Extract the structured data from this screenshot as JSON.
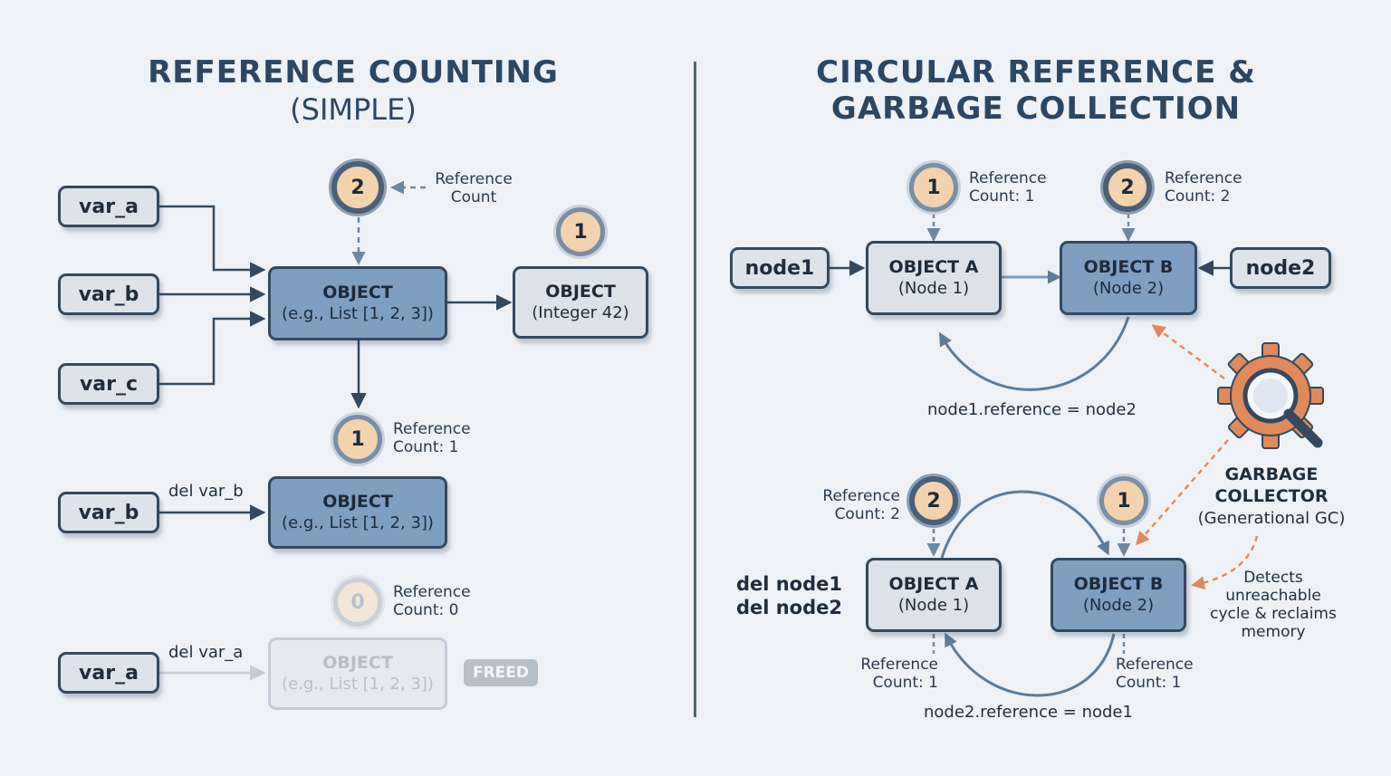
{
  "left": {
    "title": "REFERENCE COUNTING",
    "subtitle": "(SIMPLE)",
    "vars": {
      "a": "var_a",
      "b": "var_b",
      "c": "var_c"
    },
    "object_main": {
      "title": "OBJECT",
      "sub": "(e.g., List [1, 2, 3])"
    },
    "object_int": {
      "title": "OBJECT",
      "sub": "(Integer 42)"
    },
    "count_main": {
      "value": "2",
      "label_line1": "Reference",
      "label_line2": "Count"
    },
    "count_int": {
      "value": "1"
    },
    "step2": {
      "count": "1",
      "label_line1": "Reference",
      "label_line2": "Count: 1",
      "var": "var_b",
      "action": "del var_b",
      "object_title": "OBJECT",
      "object_sub": "(e.g., List [1, 2, 3])"
    },
    "step3": {
      "count": "0",
      "label_line1": "Reference",
      "label_line2": "Count: 0",
      "var": "var_a",
      "action": "del var_a",
      "object_title": "OBJECT",
      "object_sub": "(e.g., List [1, 2, 3])",
      "tag": "FREED"
    }
  },
  "right": {
    "title_line1": "CIRCULAR REFERENCE &",
    "title_line2": "GARBAGE COLLECTION",
    "top": {
      "node1": "node1",
      "node2": "node2",
      "obj_a": {
        "title": "OBJECT A",
        "sub": "(Node 1)"
      },
      "obj_b": {
        "title": "OBJECT B",
        "sub": "(Node 2)"
      },
      "count_a": {
        "value": "1",
        "label_line1": "Reference",
        "label_line2": "Count: 1"
      },
      "count_b": {
        "value": "2",
        "label_line1": "Reference",
        "label_line2": "Count: 2"
      },
      "cycle_label": "node1.reference = node2"
    },
    "gc": {
      "title_line1": "GARBAGE",
      "title_line2": "COLLECTOR",
      "sub": "(Generational GC)"
    },
    "bottom": {
      "del_line1": "del node1",
      "del_line2": "del node2",
      "obj_a": {
        "title": "OBJECT A",
        "sub": "(Node 1)"
      },
      "obj_b": {
        "title": "OBJECT B",
        "sub": "(Node 2)"
      },
      "count_a_top": {
        "value": "2",
        "label_line1": "Reference",
        "label_line2": "Count: 2"
      },
      "count_b_top": {
        "value": "1"
      },
      "count_a_bottom": {
        "label_line1": "Reference",
        "label_line2": "Count: 1"
      },
      "count_b_bottom": {
        "label_line1": "Reference",
        "label_line2": "Count: 1"
      },
      "cycle_label": "node2.reference = node1",
      "detect_note": [
        "Detects",
        "unreachable",
        "cycle & reclaims",
        "memory"
      ]
    }
  },
  "colors": {
    "background": "#eef2f7",
    "object_blue": "#7e9fc0",
    "object_grey": "#dce2e9",
    "badge_fill": "#f3d2ae",
    "gc_accent": "#e08a5c",
    "line": "#34495f"
  },
  "icons": [
    "gear-magnifier-icon"
  ]
}
